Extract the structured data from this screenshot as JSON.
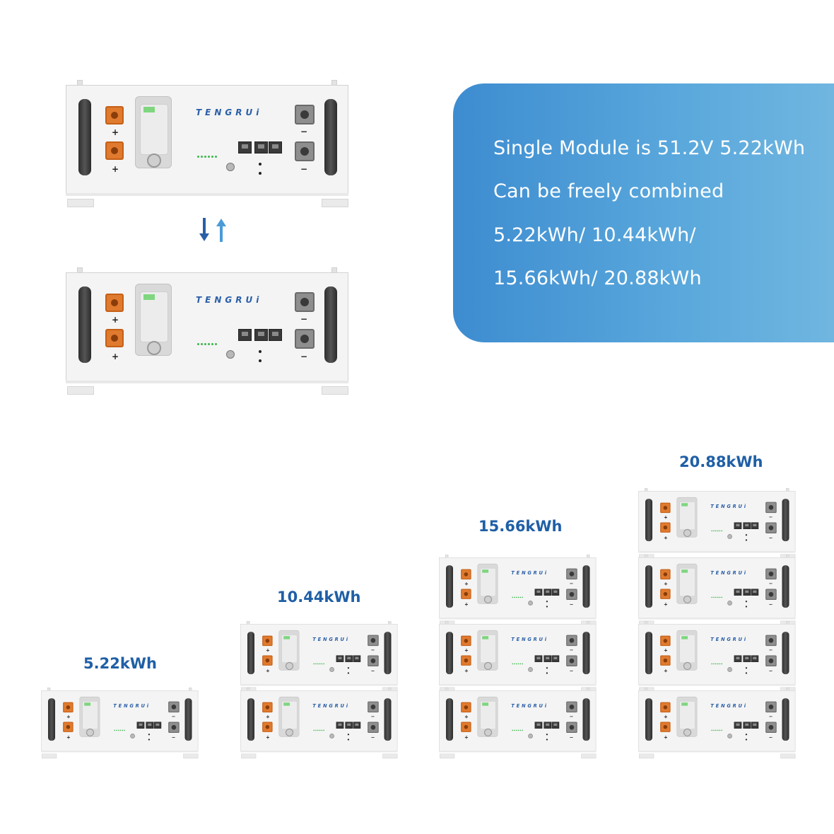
{
  "info_panel": {
    "lines": [
      "Single Module is 51.2V 5.22kWh",
      "Can be freely combined",
      "5.22kWh/ 10.44kWh/",
      "15.66kWh/ 20.88kWh"
    ],
    "background": "#4a9bd6"
  },
  "capacities": [
    "5.22kWh",
    "10.44kWh",
    "15.66kWh",
    "20.88kWh"
  ],
  "module": {
    "brand": "TENGRUi",
    "positive_sign": "+",
    "negative_sign": "−"
  },
  "icons": [
    "swap-arrows-icon"
  ],
  "colors": {
    "capacity_label": "#1f5fa6",
    "positive_terminal": "#e07a2e",
    "negative_terminal": "#8e8e8e",
    "brand": "#2a5fa8"
  }
}
